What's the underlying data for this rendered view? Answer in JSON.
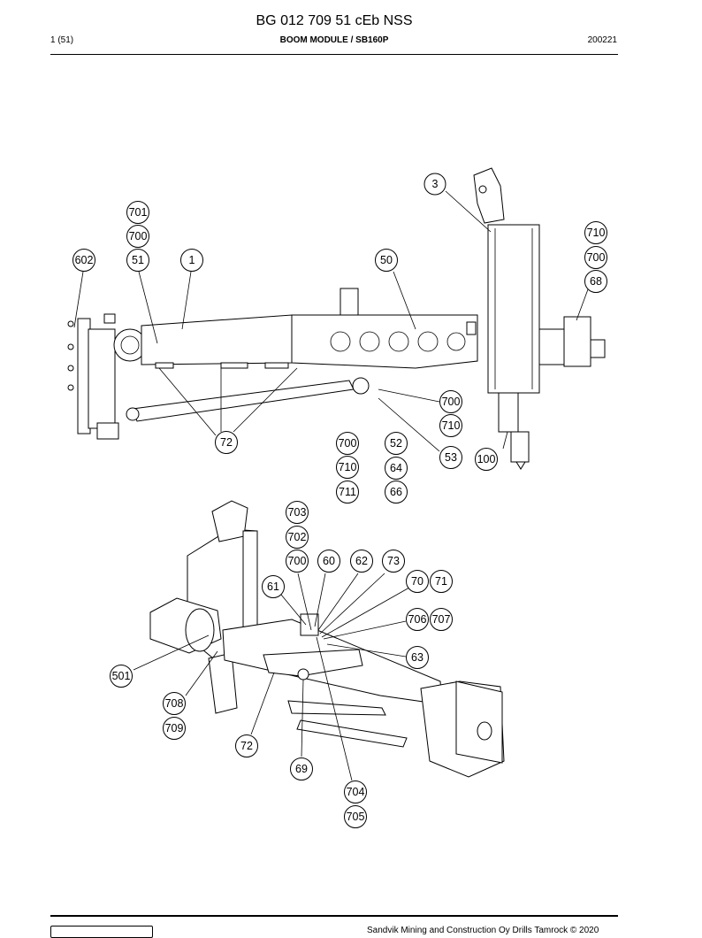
{
  "header": {
    "title": "BG 012 709 51 cEb NSS",
    "page": "1 (51)",
    "module": "BOOM MODULE / SB160P",
    "date": "200221"
  },
  "footer": {
    "copyright": "Sandvik Mining and Construction Oy Drills Tamrock © 2020"
  },
  "callouts": {
    "c3": "3",
    "c701": "701",
    "c700a": "700",
    "c51": "51",
    "c602": "602",
    "c1": "1",
    "c50": "50",
    "c710a": "710",
    "c700b": "700",
    "c68": "68",
    "c700c": "700",
    "c710b": "710",
    "c53": "53",
    "c100": "100",
    "c72a": "72",
    "c700d": "700",
    "c710c": "710",
    "c711": "711",
    "c52": "52",
    "c64": "64",
    "c66": "66",
    "c703": "703",
    "c702": "702",
    "c700e": "700",
    "c60": "60",
    "c62": "62",
    "c73": "73",
    "c61": "61",
    "c70": "70",
    "c71": "71",
    "c706": "706",
    "c707": "707",
    "c63": "63",
    "c501": "501",
    "c708": "708",
    "c709": "709",
    "c72b": "72",
    "c69": "69",
    "c704": "704",
    "c705": "705"
  }
}
